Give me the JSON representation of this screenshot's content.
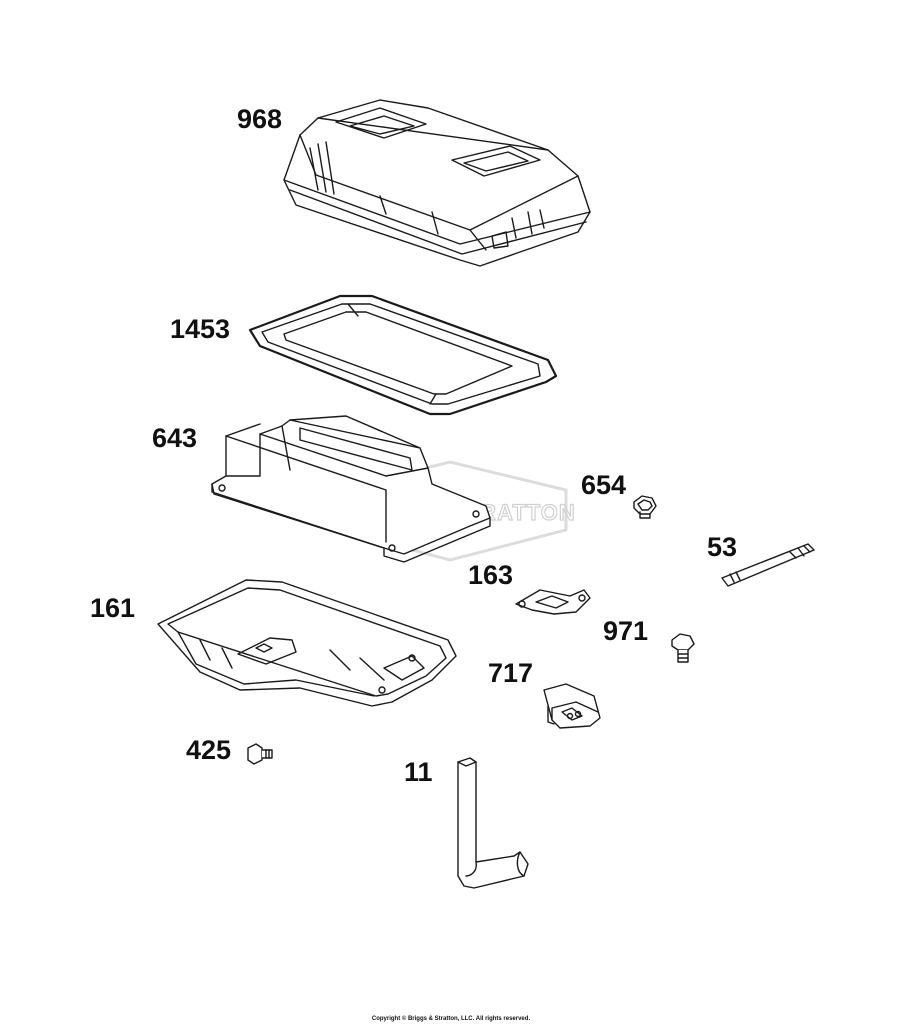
{
  "diagram": {
    "watermark": "BRIGGS & STRATTON",
    "copyright": "Copyright © Briggs & Stratton, LLC. All rights reserved.",
    "parts": [
      {
        "id": "968"
      },
      {
        "id": "1453"
      },
      {
        "id": "643"
      },
      {
        "id": "654"
      },
      {
        "id": "53"
      },
      {
        "id": "163"
      },
      {
        "id": "161"
      },
      {
        "id": "971"
      },
      {
        "id": "717"
      },
      {
        "id": "425"
      },
      {
        "id": "11"
      }
    ]
  }
}
